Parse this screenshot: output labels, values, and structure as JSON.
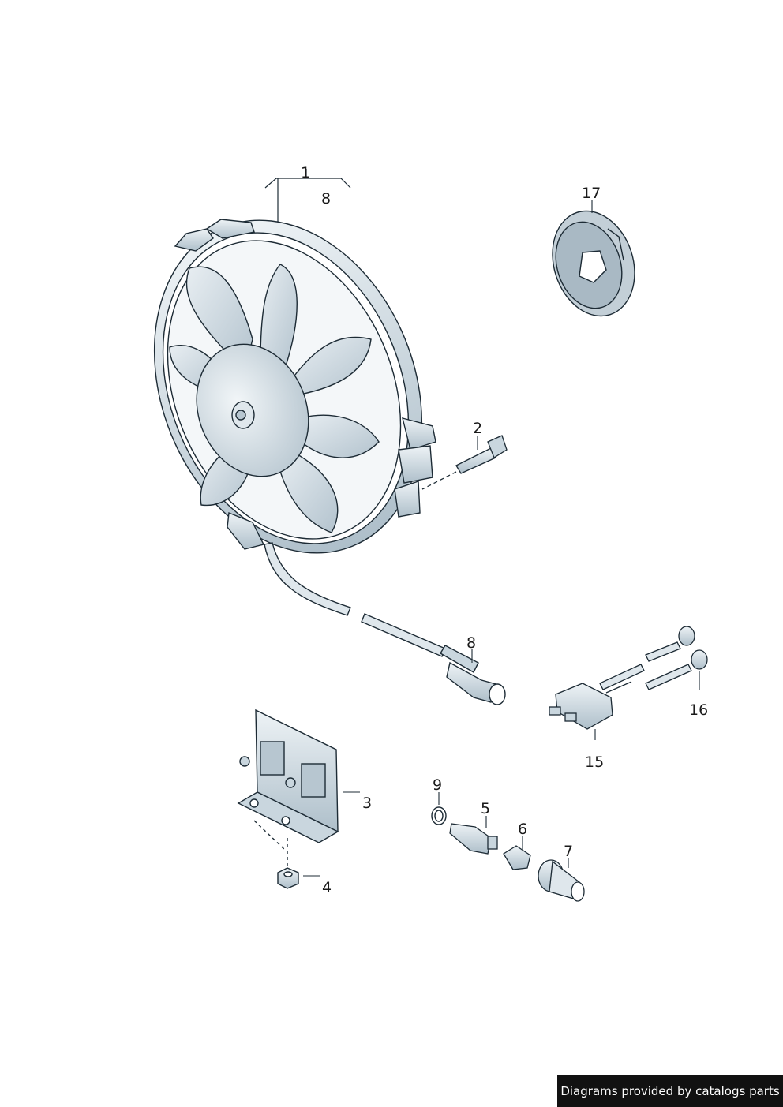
{
  "callouts": {
    "c1": "1",
    "c8_top": "8",
    "c17": "17",
    "c2": "2",
    "c8_conn": "8",
    "c16": "16",
    "c15": "15",
    "c3": "3",
    "c9": "9",
    "c5": "5",
    "c6": "6",
    "c7": "7",
    "c4": "4"
  },
  "footer": {
    "text": "Diagrams provided by catalogs parts"
  },
  "colors": {
    "part_fill": "#dde5ea",
    "part_shade": "#b9c7d1",
    "outline": "#1d2b35",
    "blade": "#c9d6de"
  }
}
